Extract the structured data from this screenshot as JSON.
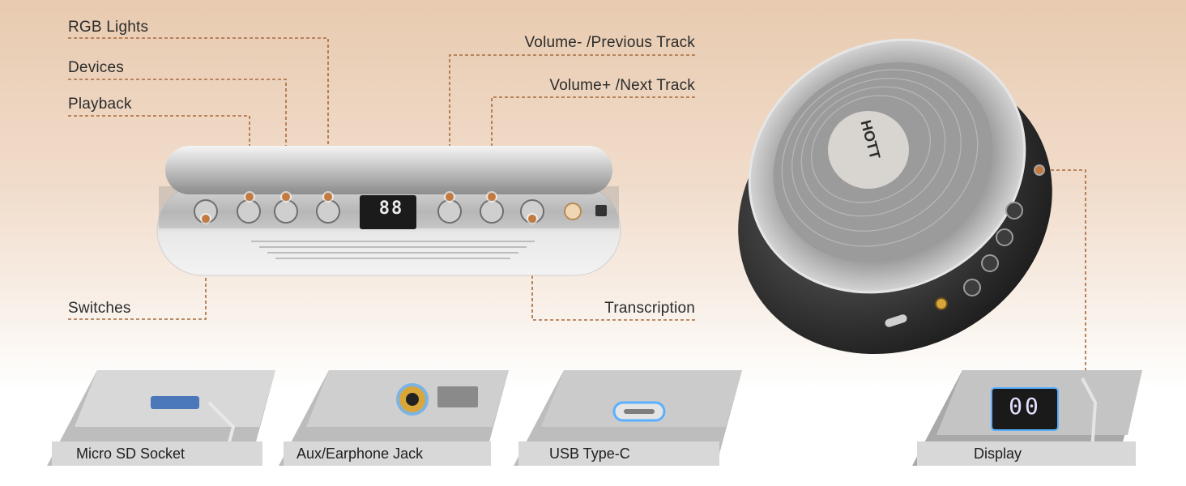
{
  "callouts": {
    "rgb_lights": "RGB Lights",
    "devices": "Devices",
    "playback": "Playback",
    "switches": "Switches",
    "volume_minus": "Volume- /Previous Track",
    "volume_plus": "Volume+ /Next Track",
    "transcription": "Transcription"
  },
  "thumbnails": {
    "micro_sd": "Micro SD Socket",
    "aux": "Aux/Earphone Jack",
    "usb_c": "USB Type-C",
    "display": "Display"
  },
  "device": {
    "display_readout": "88",
    "logo_text": "HOTT",
    "thumb_display_readout": "00"
  },
  "colors": {
    "callout_line": "#a86a3c",
    "callout_dot": "#c47a3e",
    "led_blue": "#5ab0ff",
    "jack_gold": "#d9a63a"
  }
}
